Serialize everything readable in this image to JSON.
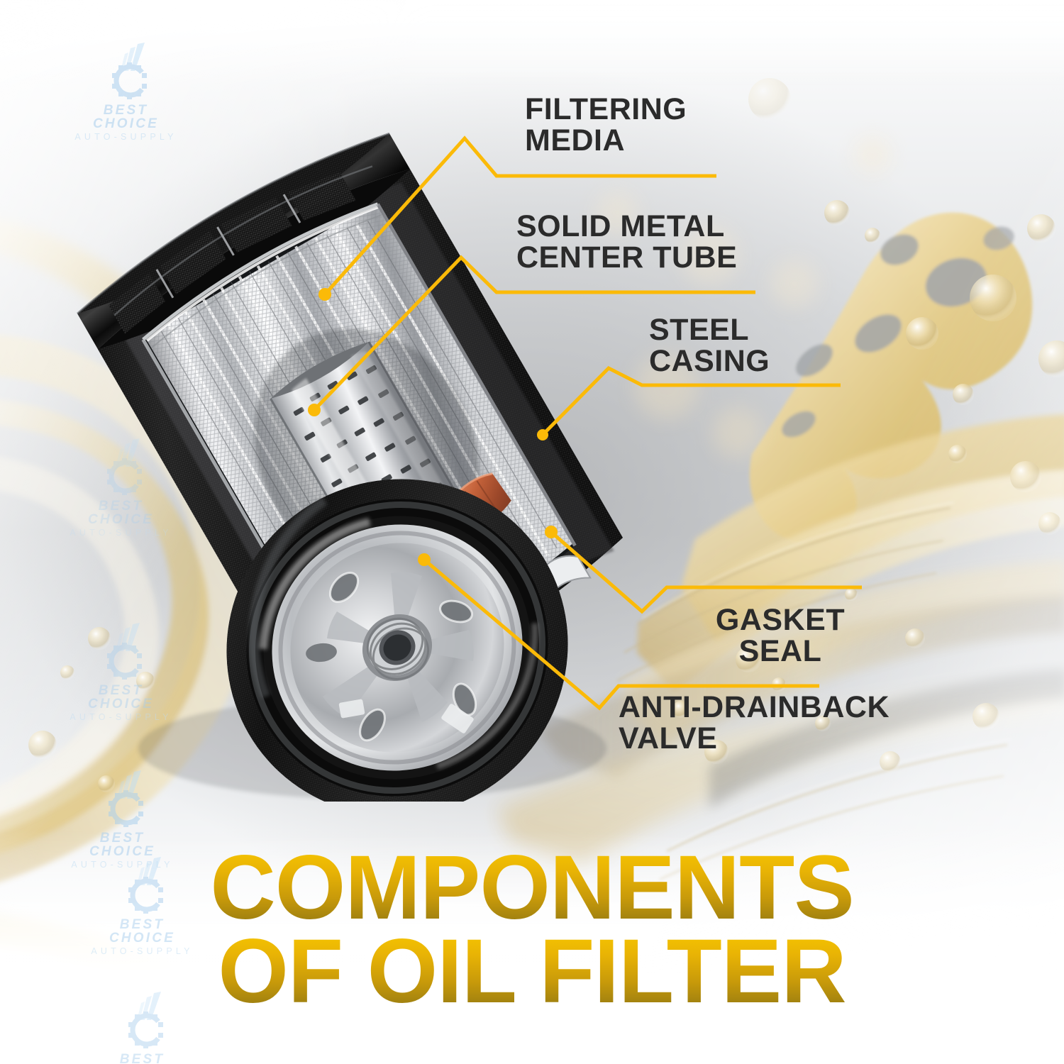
{
  "brand": {
    "watermark_line1": "BEST CHOICE",
    "watermark_line2": "AUTO-SUPPLY",
    "watermark_color": "#a8cdec",
    "logo_icon": "gear-c-logo-icon"
  },
  "theme": {
    "accent": "#FBBA08",
    "label_text": "#2B2B2B",
    "title_gradient_top": "#F7C600",
    "title_gradient_bottom": "#8F7612",
    "oil_gold": "#E8CE86",
    "background": "#DCDEE0"
  },
  "title": {
    "line1": "COMPONENTS",
    "line2": "OF OIL FILTER"
  },
  "subject": {
    "name": "oil-filter-cutaway",
    "description": "Cutaway spin-on oil filter"
  },
  "callouts": [
    {
      "id": "filtering-media",
      "line1": "FILTERING",
      "line2": "MEDIA"
    },
    {
      "id": "solid-metal-center-tube",
      "line1": "SOLID METAL",
      "line2": "CENTER TUBE"
    },
    {
      "id": "steel-casing",
      "line1": "STEEL",
      "line2": "CASING"
    },
    {
      "id": "gasket-seal",
      "line1": "GASKET",
      "line2": "SEAL"
    },
    {
      "id": "anti-drainback-valve",
      "line1": "ANTI-DRAINBACK",
      "line2": "VALVE"
    }
  ]
}
